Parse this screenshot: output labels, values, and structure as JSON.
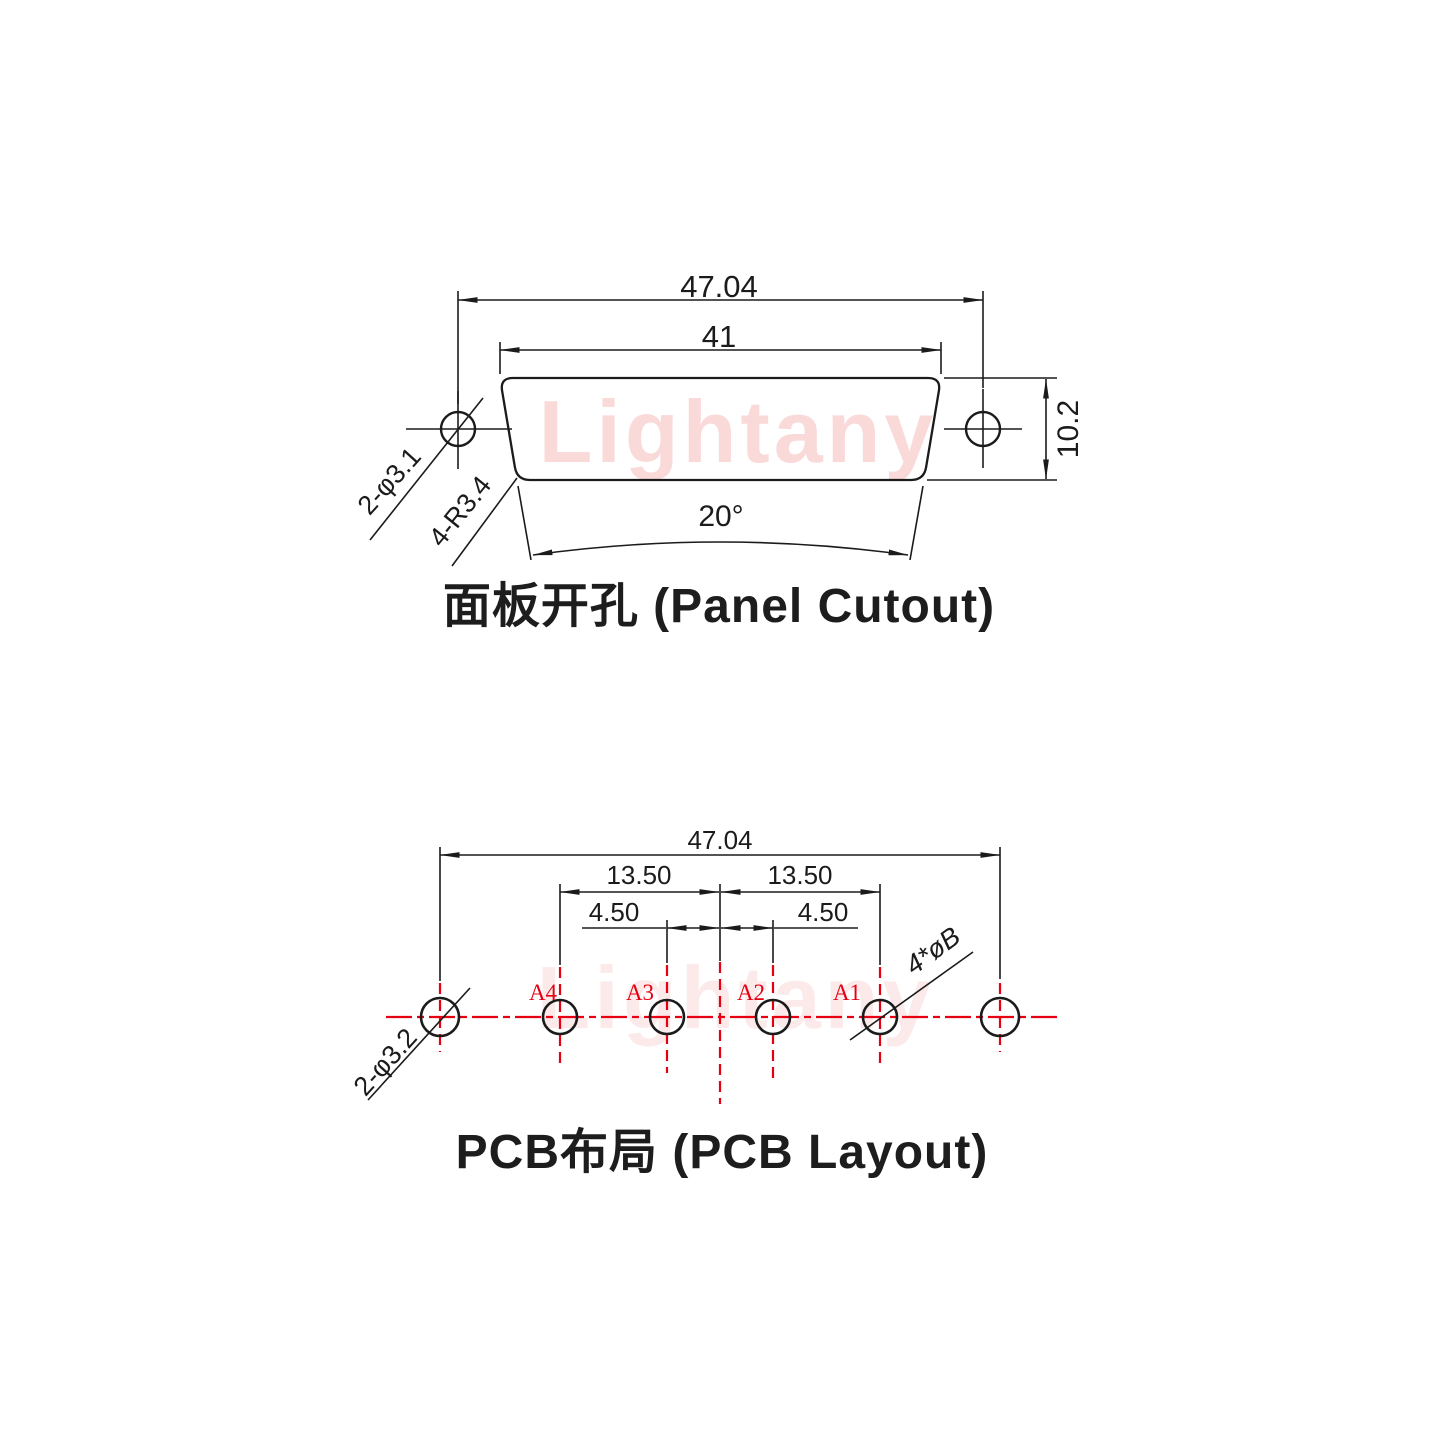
{
  "colors": {
    "line": "#1b1b1b",
    "red": "#e60012",
    "watermark_top": "#fad9d9",
    "watermark_bottom": "#fceaea"
  },
  "watermark": {
    "text": "Lightany"
  },
  "panel_cutout": {
    "title": "面板开孔 (Panel Cutout)",
    "width_total": "47.04",
    "width_opening": "41",
    "height": "10.2",
    "angle": "20°",
    "mount_hole_label": "2-φ3.1",
    "corner_label": "4-R3.4"
  },
  "pcb_layout": {
    "title": "PCB布局 (PCB Layout)",
    "width_total": "47.04",
    "pitch_left": "13.50",
    "pitch_right": "13.50",
    "pitch_inner_left": "4.50",
    "pitch_inner_right": "4.50",
    "mount_hole_label": "2-φ3.2",
    "contact_hole_label": "4*øB",
    "pin_labels": [
      "A4",
      "A3",
      "A2",
      "A1"
    ]
  }
}
